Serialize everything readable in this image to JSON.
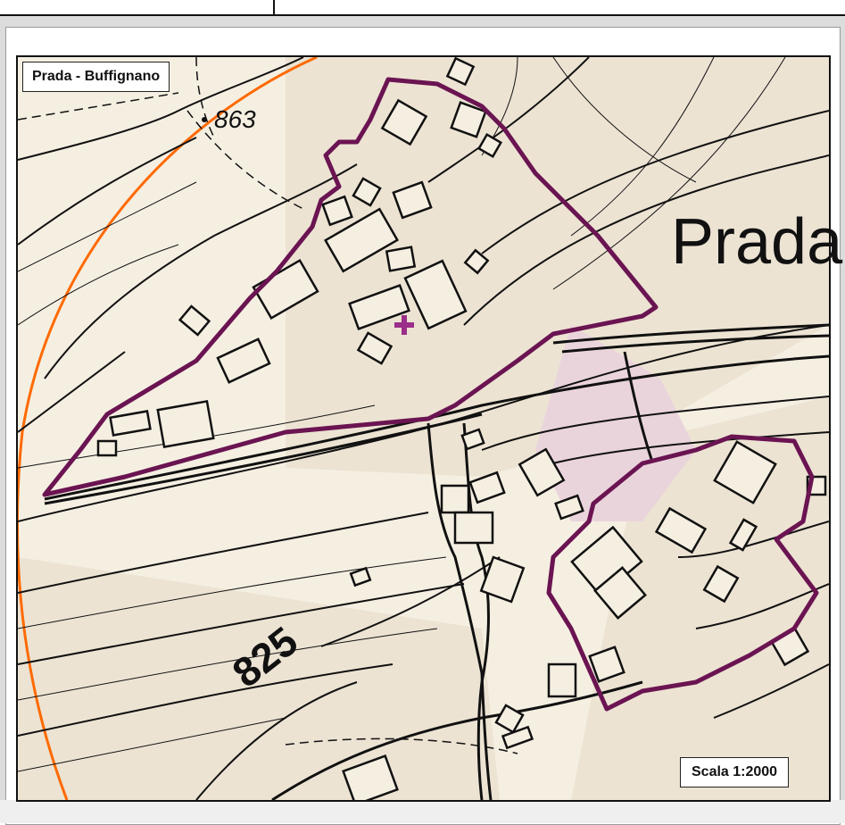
{
  "map": {
    "title": "Prada - Buffignano",
    "scale_label": "Scala 1:2000",
    "place_name": "Prada",
    "spot_height": "863",
    "contour_value": "825"
  },
  "colors": {
    "background": "#f5efe2",
    "boundary": "#6b1452",
    "circle_arc": "#ff6a00",
    "highlight_zone": "#ead4dc",
    "contours": "#111111"
  },
  "icons": {
    "location_marker": "plus-icon"
  }
}
